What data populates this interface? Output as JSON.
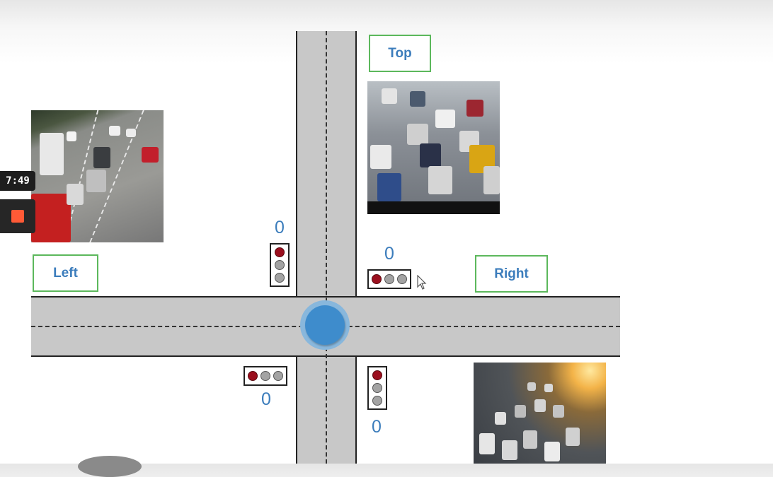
{
  "directions": {
    "top": "Top",
    "left": "Left",
    "right": "Right"
  },
  "counters": {
    "top_left": "0",
    "top_right": "0",
    "bottom_left": "0",
    "bottom_right": "0"
  },
  "lights": {
    "top_left": "red",
    "top_right": "red",
    "bottom_left": "red",
    "bottom_right": "red"
  },
  "video": {
    "elapsed": "7:49"
  },
  "colors": {
    "label_border": "#5cb85c",
    "label_text": "#3c7dbc",
    "hub": "#3e8ccc",
    "red_light": "#9b0f1e",
    "record": "#ff5a36"
  },
  "icons": [
    "traffic-light-icon",
    "record-stop-icon",
    "mouse-cursor-icon"
  ]
}
